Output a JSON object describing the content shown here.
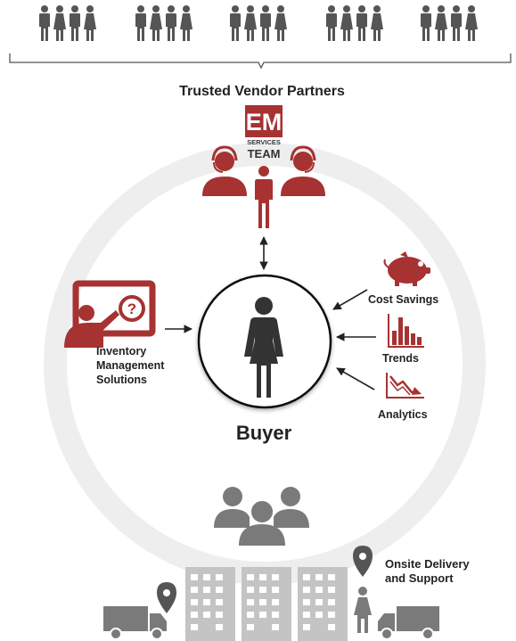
{
  "vendors": {
    "title": "Trusted Vendor Partners",
    "group_count": 5,
    "people_per_group": 4
  },
  "em_team": {
    "logo_text": "EM",
    "logo_sub_1": "SERVICES",
    "logo_sub_2": "TEAM"
  },
  "center": {
    "label": "Buyer"
  },
  "left": {
    "label_line1": "Inventory",
    "label_line2": "Management",
    "label_line3": "Solutions"
  },
  "right": {
    "items": [
      {
        "label": "Cost Savings",
        "icon": "piggy-bank-icon"
      },
      {
        "label": "Trends",
        "icon": "bar-chart-icon"
      },
      {
        "label": "Analytics",
        "icon": "declining-chart-icon"
      }
    ]
  },
  "bottom": {
    "delivery_line1": "Onsite Delivery",
    "delivery_line2": "and Support"
  },
  "colors": {
    "accent_red": "#a63232",
    "dark_gray": "#555555",
    "mid_gray": "#7a7a7a",
    "light_gray": "#c4c4c4",
    "ring_gray": "#eeeeee"
  }
}
